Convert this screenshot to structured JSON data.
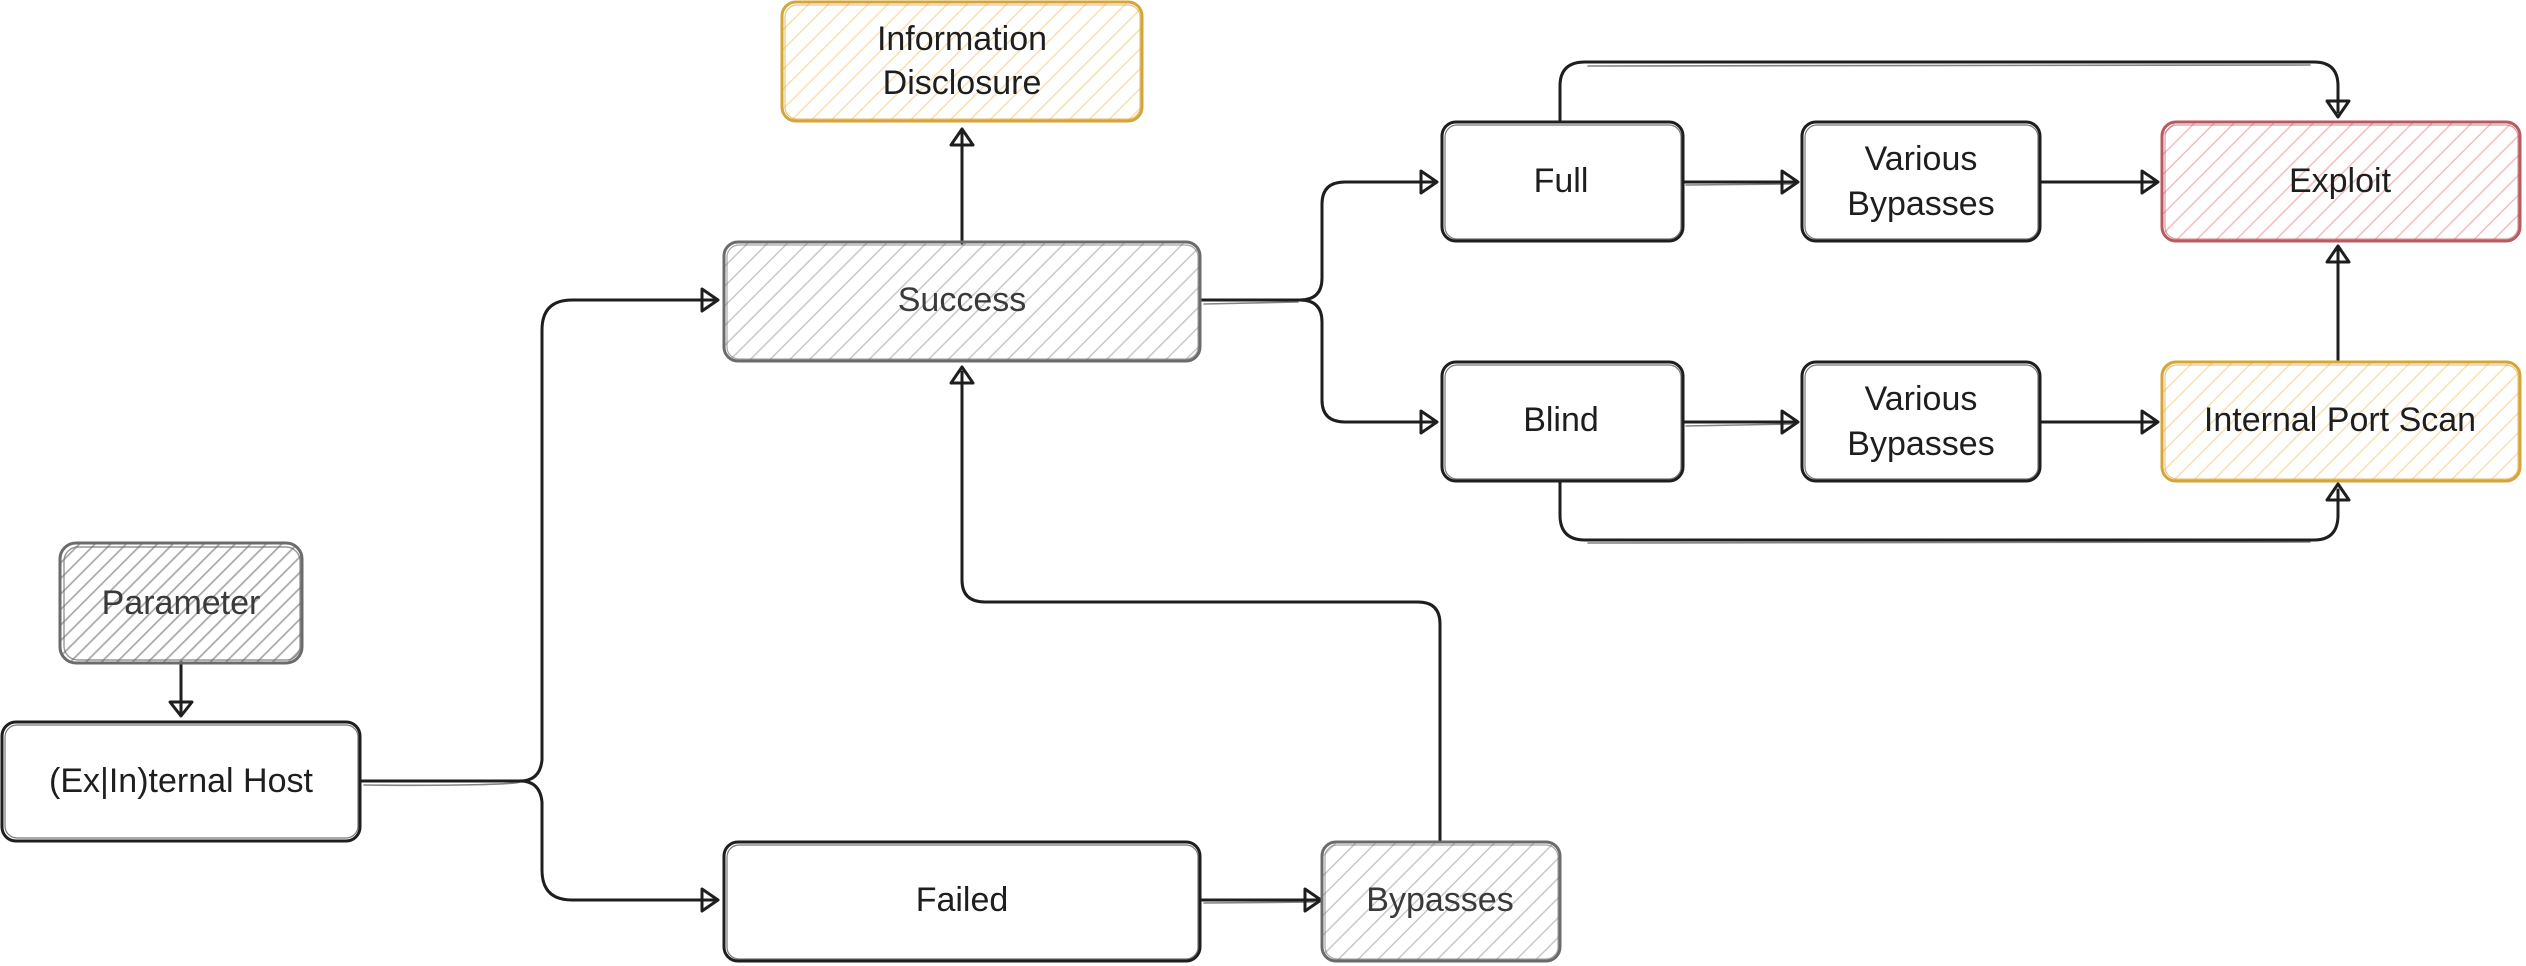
{
  "colors": {
    "stroke_default": "#1e1e1e",
    "stroke_gray": "#6b6b6b",
    "fill_gray": "#c8c8c8",
    "stroke_orange": "#d6a437",
    "fill_orange": "#f2c66d",
    "stroke_red": "#b95a5f",
    "fill_red": "#ef8f96"
  },
  "nodes": {
    "parameter": {
      "label": "Parameter",
      "style": "gray"
    },
    "host": {
      "label": "(Ex|In)ternal Host",
      "style": "plain"
    },
    "success": {
      "label": "Success",
      "style": "gray"
    },
    "failed": {
      "label": "Failed",
      "style": "plain"
    },
    "bypasses": {
      "label": "Bypasses",
      "style": "gray"
    },
    "info": {
      "label_lines": [
        "Information",
        "Disclosure"
      ],
      "style": "orange"
    },
    "full": {
      "label": "Full",
      "style": "plain"
    },
    "blind": {
      "label": "Blind",
      "style": "plain"
    },
    "vb_full": {
      "label_lines": [
        "Various",
        "Bypasses"
      ],
      "style": "plain"
    },
    "vb_blind": {
      "label_lines": [
        "Various",
        "Bypasses"
      ],
      "style": "plain"
    },
    "exploit": {
      "label": "Exploit",
      "style": "red"
    },
    "port_scan": {
      "label": "Internal Port Scan",
      "style": "orange"
    }
  }
}
